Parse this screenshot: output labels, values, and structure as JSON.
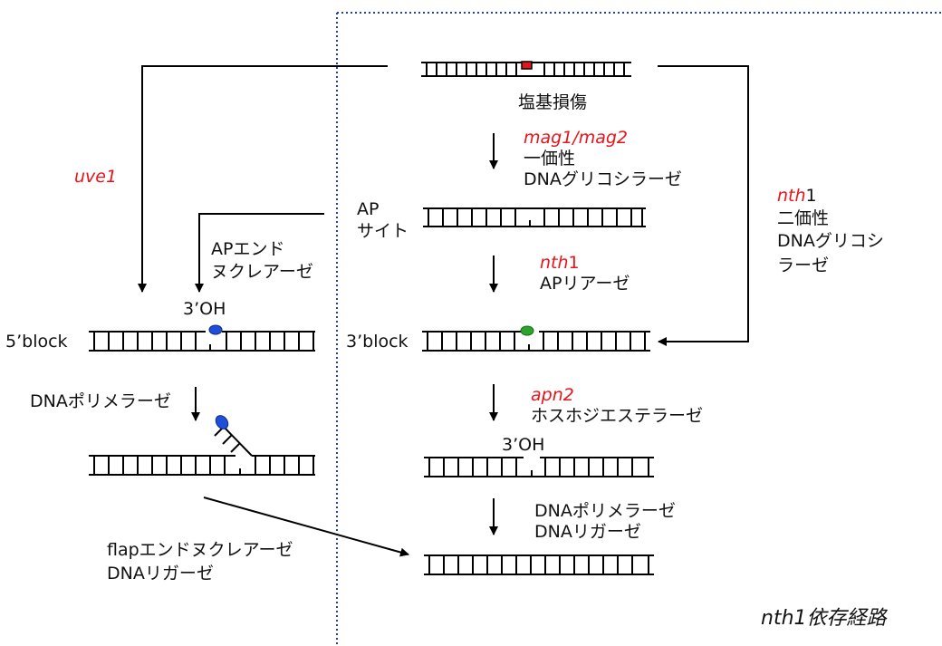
{
  "labels": {
    "base_damage": "塩基損傷",
    "mag_gene": "mag1/mag2",
    "mag_line1": "一価性",
    "mag_line2": "DNAグリコシラーゼ",
    "ap_site_1": "AP",
    "ap_site_2": "サイト",
    "nth_center_gene": "nth",
    "nth_center_num": "1",
    "ap_lyase": "APリアーゼ",
    "uve_gene": "uve1",
    "ap_endo_1": "APエンド",
    "ap_endo_2": "ヌクレアーゼ",
    "nth_right_gene": "nth",
    "nth_right_num": "1",
    "bifunc_1": "二価性",
    "bifunc_2": "DNAグリコシ",
    "bifunc_3": "ラーゼ",
    "oh_left": "3’OH",
    "block5": "5’block",
    "block3": "3’block",
    "apn_gene": "apn2",
    "phosphodiesterase": "ホスホジエステラーゼ",
    "oh_right": "3’OH",
    "pol_left": "DNAポリメラーゼ",
    "pol_right": "DNAポリメラーゼ",
    "ligase_right": "DNAリガーゼ",
    "flap_1": "flapエンドヌクレアーゼ",
    "flap_2": "DNAリガーゼ",
    "pathway": "nth1依存経路"
  },
  "colors": {
    "gene": "#e8141b",
    "divider": "#1f3fbf",
    "lesion": "#e8141b",
    "blue_block": "#1e4fd8",
    "green_block": "#2aa52a"
  }
}
